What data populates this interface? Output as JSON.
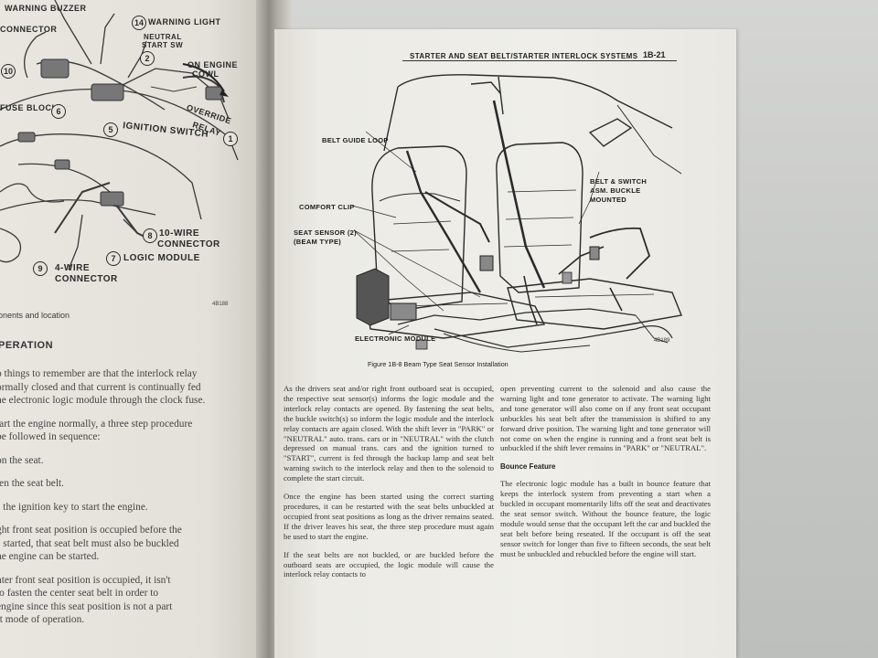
{
  "left_page": {
    "figure_labels": {
      "warning_buzzer": "WARNING BUZZER",
      "connector": "CONNECTOR",
      "warning_light": "WARNING LIGHT",
      "neutral_start_sw": [
        "NEUTRAL",
        "START SW"
      ],
      "on_engine_cowl": [
        "ON ENGINE",
        "COWL"
      ],
      "fuse_block": "FUSE BLOCK",
      "override_relay": [
        "OVERRIDE",
        "RELAY"
      ],
      "ignition_switch": "IGNITION SWITCH",
      "ten_wire_connector": [
        "10-WIRE",
        "CONNECTOR"
      ],
      "logic_module": "LOGIC MODULE",
      "four_wire_connector": [
        "4-WIRE",
        "CONNECTOR"
      ]
    },
    "callouts": {
      "c14": "14",
      "c2": "2",
      "c10": "10",
      "c6": "6",
      "c5": "5",
      "c1": "1",
      "c8": "8",
      "c7": "7",
      "c9": "9"
    },
    "figure_id": "4B188",
    "caption_fragment": "onents and location",
    "heading_fragment": "PERATION",
    "body_lines": [
      "o things to remember are that the interlock relay",
      "ormally closed and that current is continually fed",
      "he electronic logic module through the clock fuse.",
      "tart the engine normally, a three step procedure",
      "be followed in sequence:",
      "on the seat.",
      "ten the seat belt.",
      "s the ignition key to start the engine.",
      "ght front seat position is occupied before the",
      "s started, that seat belt must also be buckled",
      "he engine can be started.",
      "nter front seat position is occupied, it isn't",
      "to fasten the center seat belt in order to",
      "engine since this seat position is not a part",
      "rt mode of operation."
    ]
  },
  "right_page": {
    "header_title": "STARTER AND SEAT BELT/STARTER INTERLOCK SYSTEMS",
    "page_number": "1B-21",
    "figure_labels": {
      "belt_guide_loop": "BELT GUIDE LOOP",
      "comfort_clip": "COMFORT CLIP",
      "seat_sensor": [
        "SEAT SENSOR (2)",
        "(BEAM TYPE)"
      ],
      "electronic_module": "ELECTRONIC MODULE",
      "belt_switch": [
        "BELT & SWITCH",
        "ASM. BUCKLE",
        "MOUNTED"
      ]
    },
    "figure_id": "4B189",
    "figure_caption": "Figure 1B-8 Beam Type Seat Sensor Installation",
    "col1_paragraphs": [
      "As the drivers seat and/or right front outboard seat is occupied, the respective seat sensor(s) informs the logic module and the interlock relay contacts are opened. By fastening the seat belts, the buckle switch(s) so inform the logic module and the interlock relay contacts are again closed. With the shift lever in \"PARK\" or \"NEUTRAL\" auto. trans. cars or in \"NEUTRAL\" with the clutch depressed on manual trans. cars and the ignition turned to \"START\", current is fed through the backup lamp and seat belt warning switch to the interlock relay and then to the solenoid to complete the start circuit.",
      "Once the engine has been started using the correct starting procedures, it can be restarted with the seat belts unbuckled at occupied front seat positions as long as the driver remains seated. If the driver leaves his seat, the three step procedure must again be used to start the engine.",
      "If the seat belts are not buckled, or are buckled before the outboard seats are occupied, the logic module will cause the interlock relay contacts to"
    ],
    "col2_paragraphs": [
      "open preventing current to the solenoid and also cause the warning light and tone generator to activate. The warning light and tone generator will also come on if any front seat occupant unbuckles his seat belt after the transmission is shifted to any forward drive position. The warning light and tone generator will not come on when the engine is running and a front seat belt is unbuckled if the shift lever remains in \"PARK\" or \"NEUTRAL\"."
    ],
    "section_heading": "Bounce Feature",
    "col2_after_heading": [
      "The electronic logic module has a built in bounce feature that keeps the interlock system from preventing a start when a buckled in occupant momentarily lifts off the seat and deactivates the seat sensor switch. Without the bounce feature, the logic module would sense that the occupant left the car and buckled the seat belt before being reseated. If the occupant is off the seat sensor switch for longer than five to fifteen seconds, the seat belt must be unbuckled and rebuckled before the engine will start."
    ]
  }
}
